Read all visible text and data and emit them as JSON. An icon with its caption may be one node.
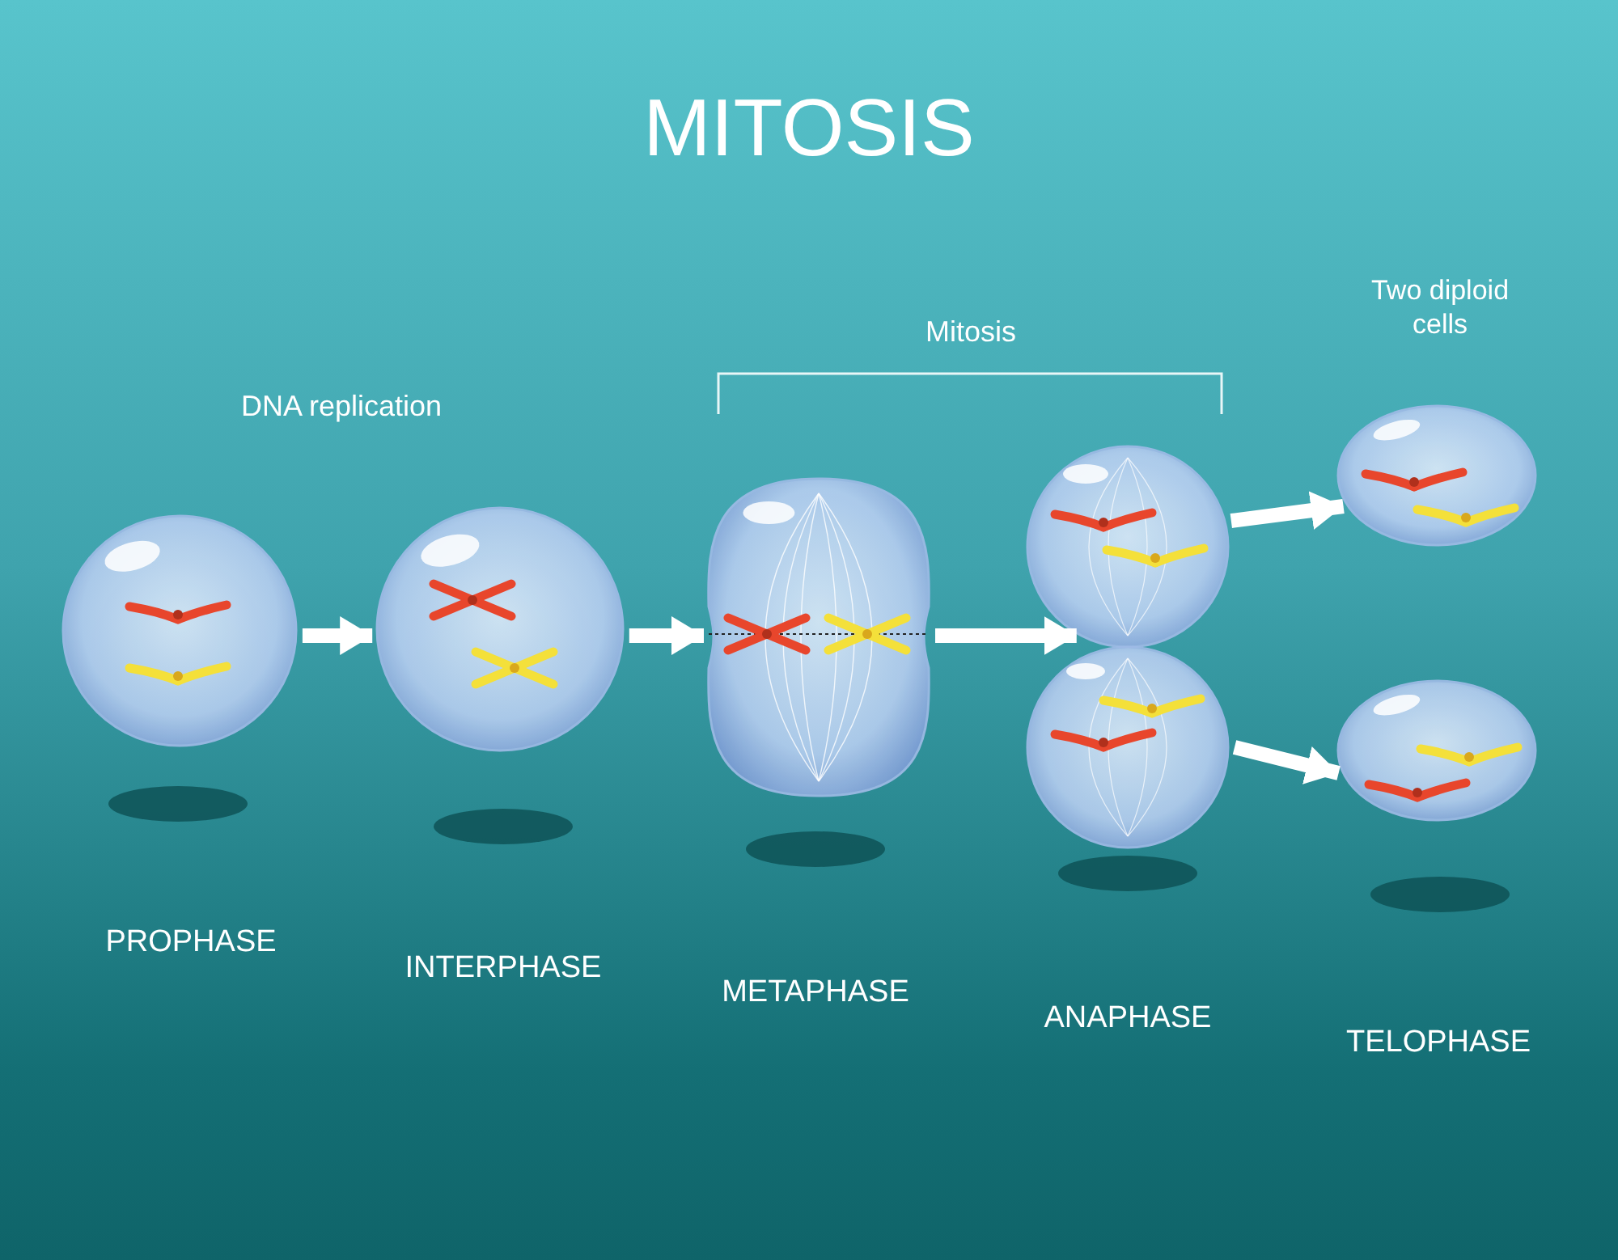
{
  "diagram": {
    "title": "MITOSIS",
    "nodes": [
      {
        "text": [],
        "shape": "circle"
      },
      {
        "text": [],
        "shape": "circle"
      },
      {
        "text": [],
        "shape": "circle"
      },
      {
        "text": [],
        "shape": "circle"
      },
      {
        "text": [],
        "shape": "circle"
      },
      {
        "text": [],
        "shape": "circle"
      }
    ],
    "edges": [
      {
        "from": 0,
        "to": 1,
        "arrow": "to"
      },
      {
        "from": 1,
        "to": 2,
        "arrow": "to"
      },
      {
        "from": 2,
        "to": 3,
        "arrow": "to"
      },
      {
        "from": 3,
        "to": 4,
        "arrow": "to"
      },
      {
        "from": 3,
        "to": 5,
        "arrow": "to"
      }
    ],
    "labels": [
      "Two diploid cells",
      "Mitosis",
      "DNA replication",
      "PROPHASE",
      "INTERPHASE",
      "METAPHASE",
      "ANAPHASE",
      "TELOPHASE"
    ]
  }
}
